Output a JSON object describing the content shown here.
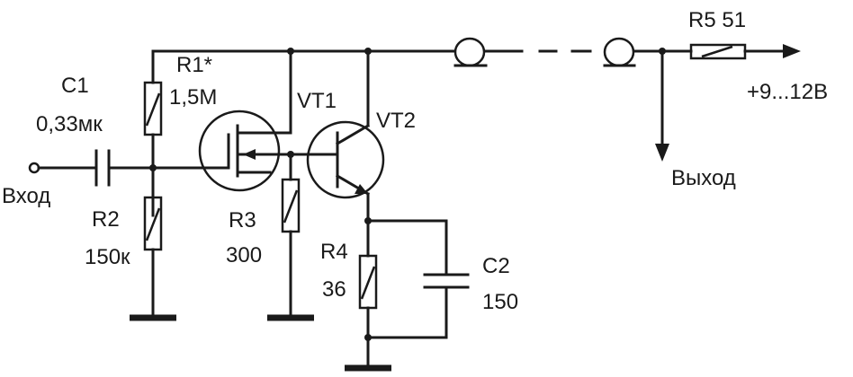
{
  "labels": {
    "c1_name": "C1",
    "c1_value": "0,33мк",
    "input": "Вход",
    "r1_name": "R1*",
    "r1_value": "1,5M",
    "r2_name": "R2",
    "r2_value": "150к",
    "vt1": "VT1",
    "vt2": "VT2",
    "r3_name": "R3",
    "r3_value": "300",
    "r4_name": "R4",
    "r4_value": "36",
    "c2_name": "C2",
    "c2_value": "150",
    "r5": "R5 51",
    "supply": "+9...12В",
    "output": "Выход"
  }
}
